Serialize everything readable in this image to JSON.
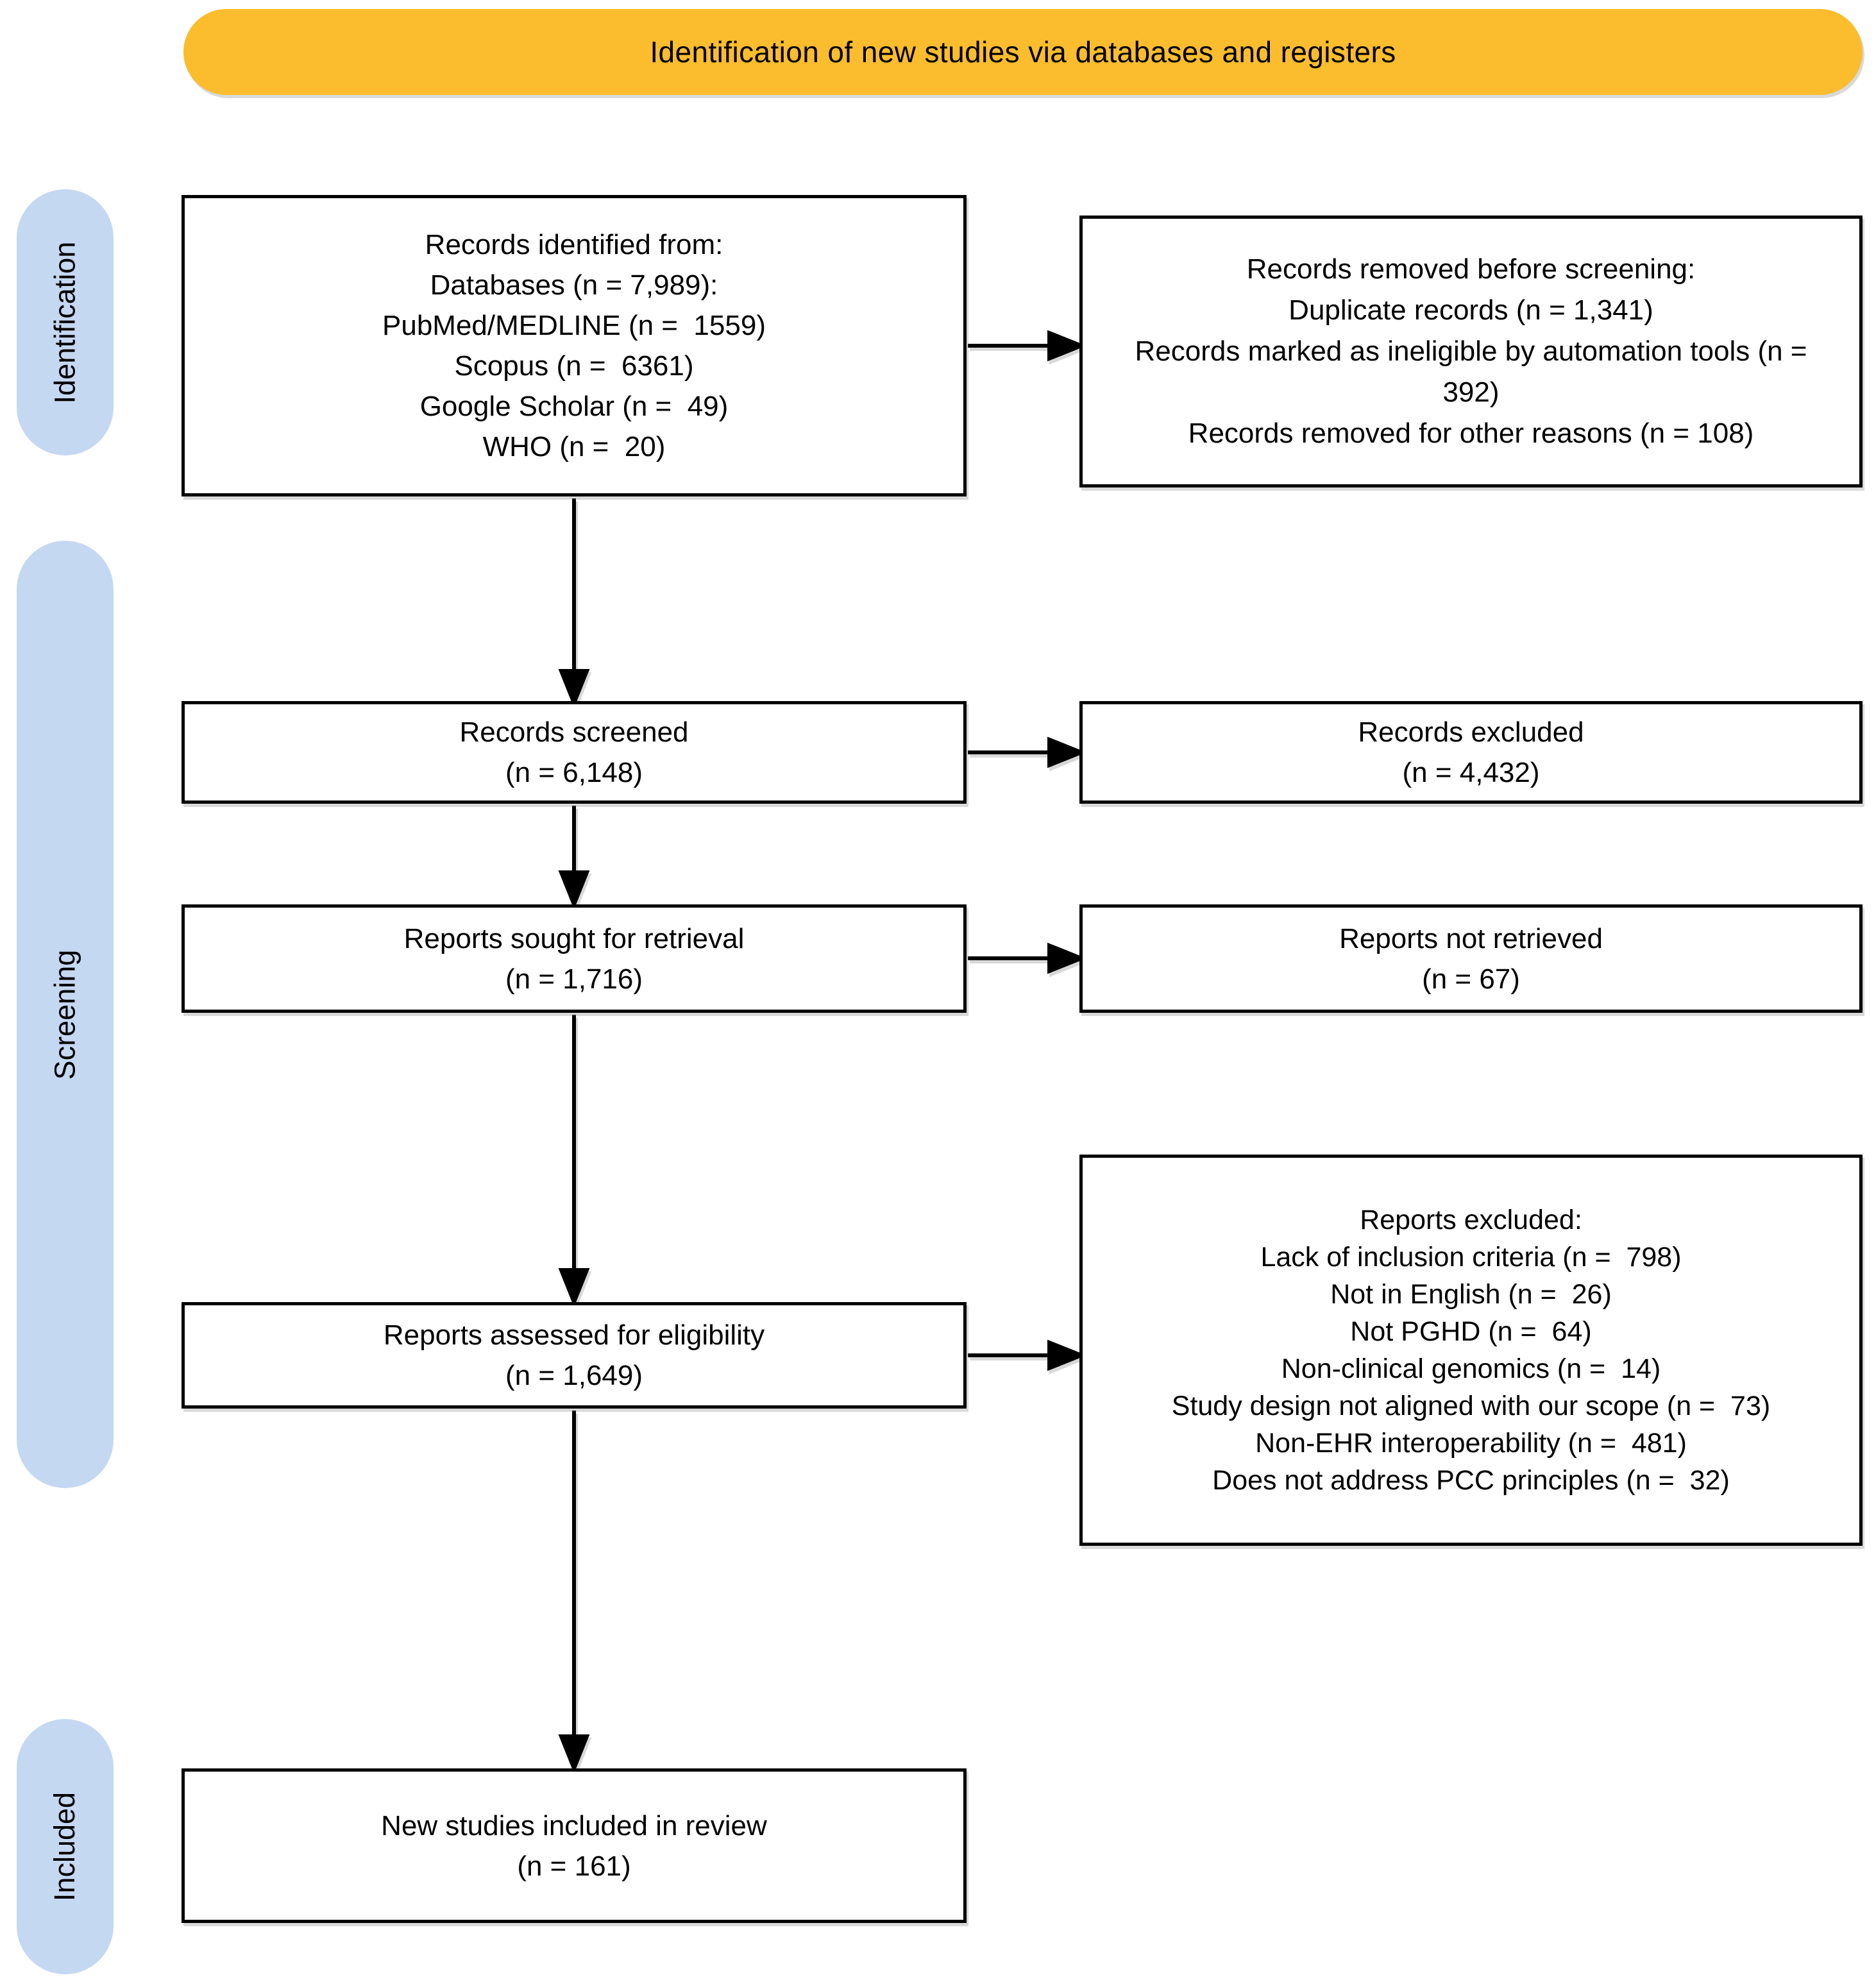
{
  "banner": {
    "label": "Identification of new studies via databases and registers"
  },
  "stages": [
    {
      "label": "Identification"
    },
    {
      "label": "Screening"
    },
    {
      "label": "Included"
    }
  ],
  "boxes": {
    "identified": {
      "lines": [
        "Records identified from:",
        "Databases (n = 7,989):",
        "PubMed/MEDLINE (n =  1559)",
        "Scopus (n =  6361)",
        "Google Scholar (n =  49)",
        "WHO (n =  20)"
      ]
    },
    "removed": {
      "lines": [
        "Records removed before screening:",
        "Duplicate records (n = 1,341)",
        "Records marked as ineligible by automation tools (n = 392)",
        "Records removed for other reasons (n = 108)"
      ]
    },
    "screened": {
      "lines": [
        "Records screened",
        "(n = 6,148)"
      ]
    },
    "excluded": {
      "lines": [
        "Records excluded",
        "(n = 4,432)"
      ]
    },
    "sought": {
      "lines": [
        "Reports sought for retrieval",
        "(n = 1,716)"
      ]
    },
    "not_retrieved": {
      "lines": [
        "Reports not retrieved",
        "(n = 67)"
      ]
    },
    "assessed": {
      "lines": [
        "Reports assessed for eligibility",
        "(n = 1,649)"
      ]
    },
    "reports_excluded": {
      "lines": [
        "Reports excluded:",
        "Lack of inclusion criteria (n =  798)",
        "Not in English (n =  26)",
        "Not PGHD (n =  64)",
        "Non-clinical genomics (n =  14)",
        "Study design not aligned with our scope (n =  73)",
        "Non-EHR interoperability (n =  481)",
        "Does not address PCC principles (n =  32)"
      ]
    },
    "included_review": {
      "lines": [
        "New studies included in review",
        "(n = 161)"
      ]
    }
  },
  "colors": {
    "banner-bg": "#FBBD2D",
    "stage-bg": "#C5D8F2",
    "box-border": "#000000",
    "arrow-ink": "#000000"
  }
}
